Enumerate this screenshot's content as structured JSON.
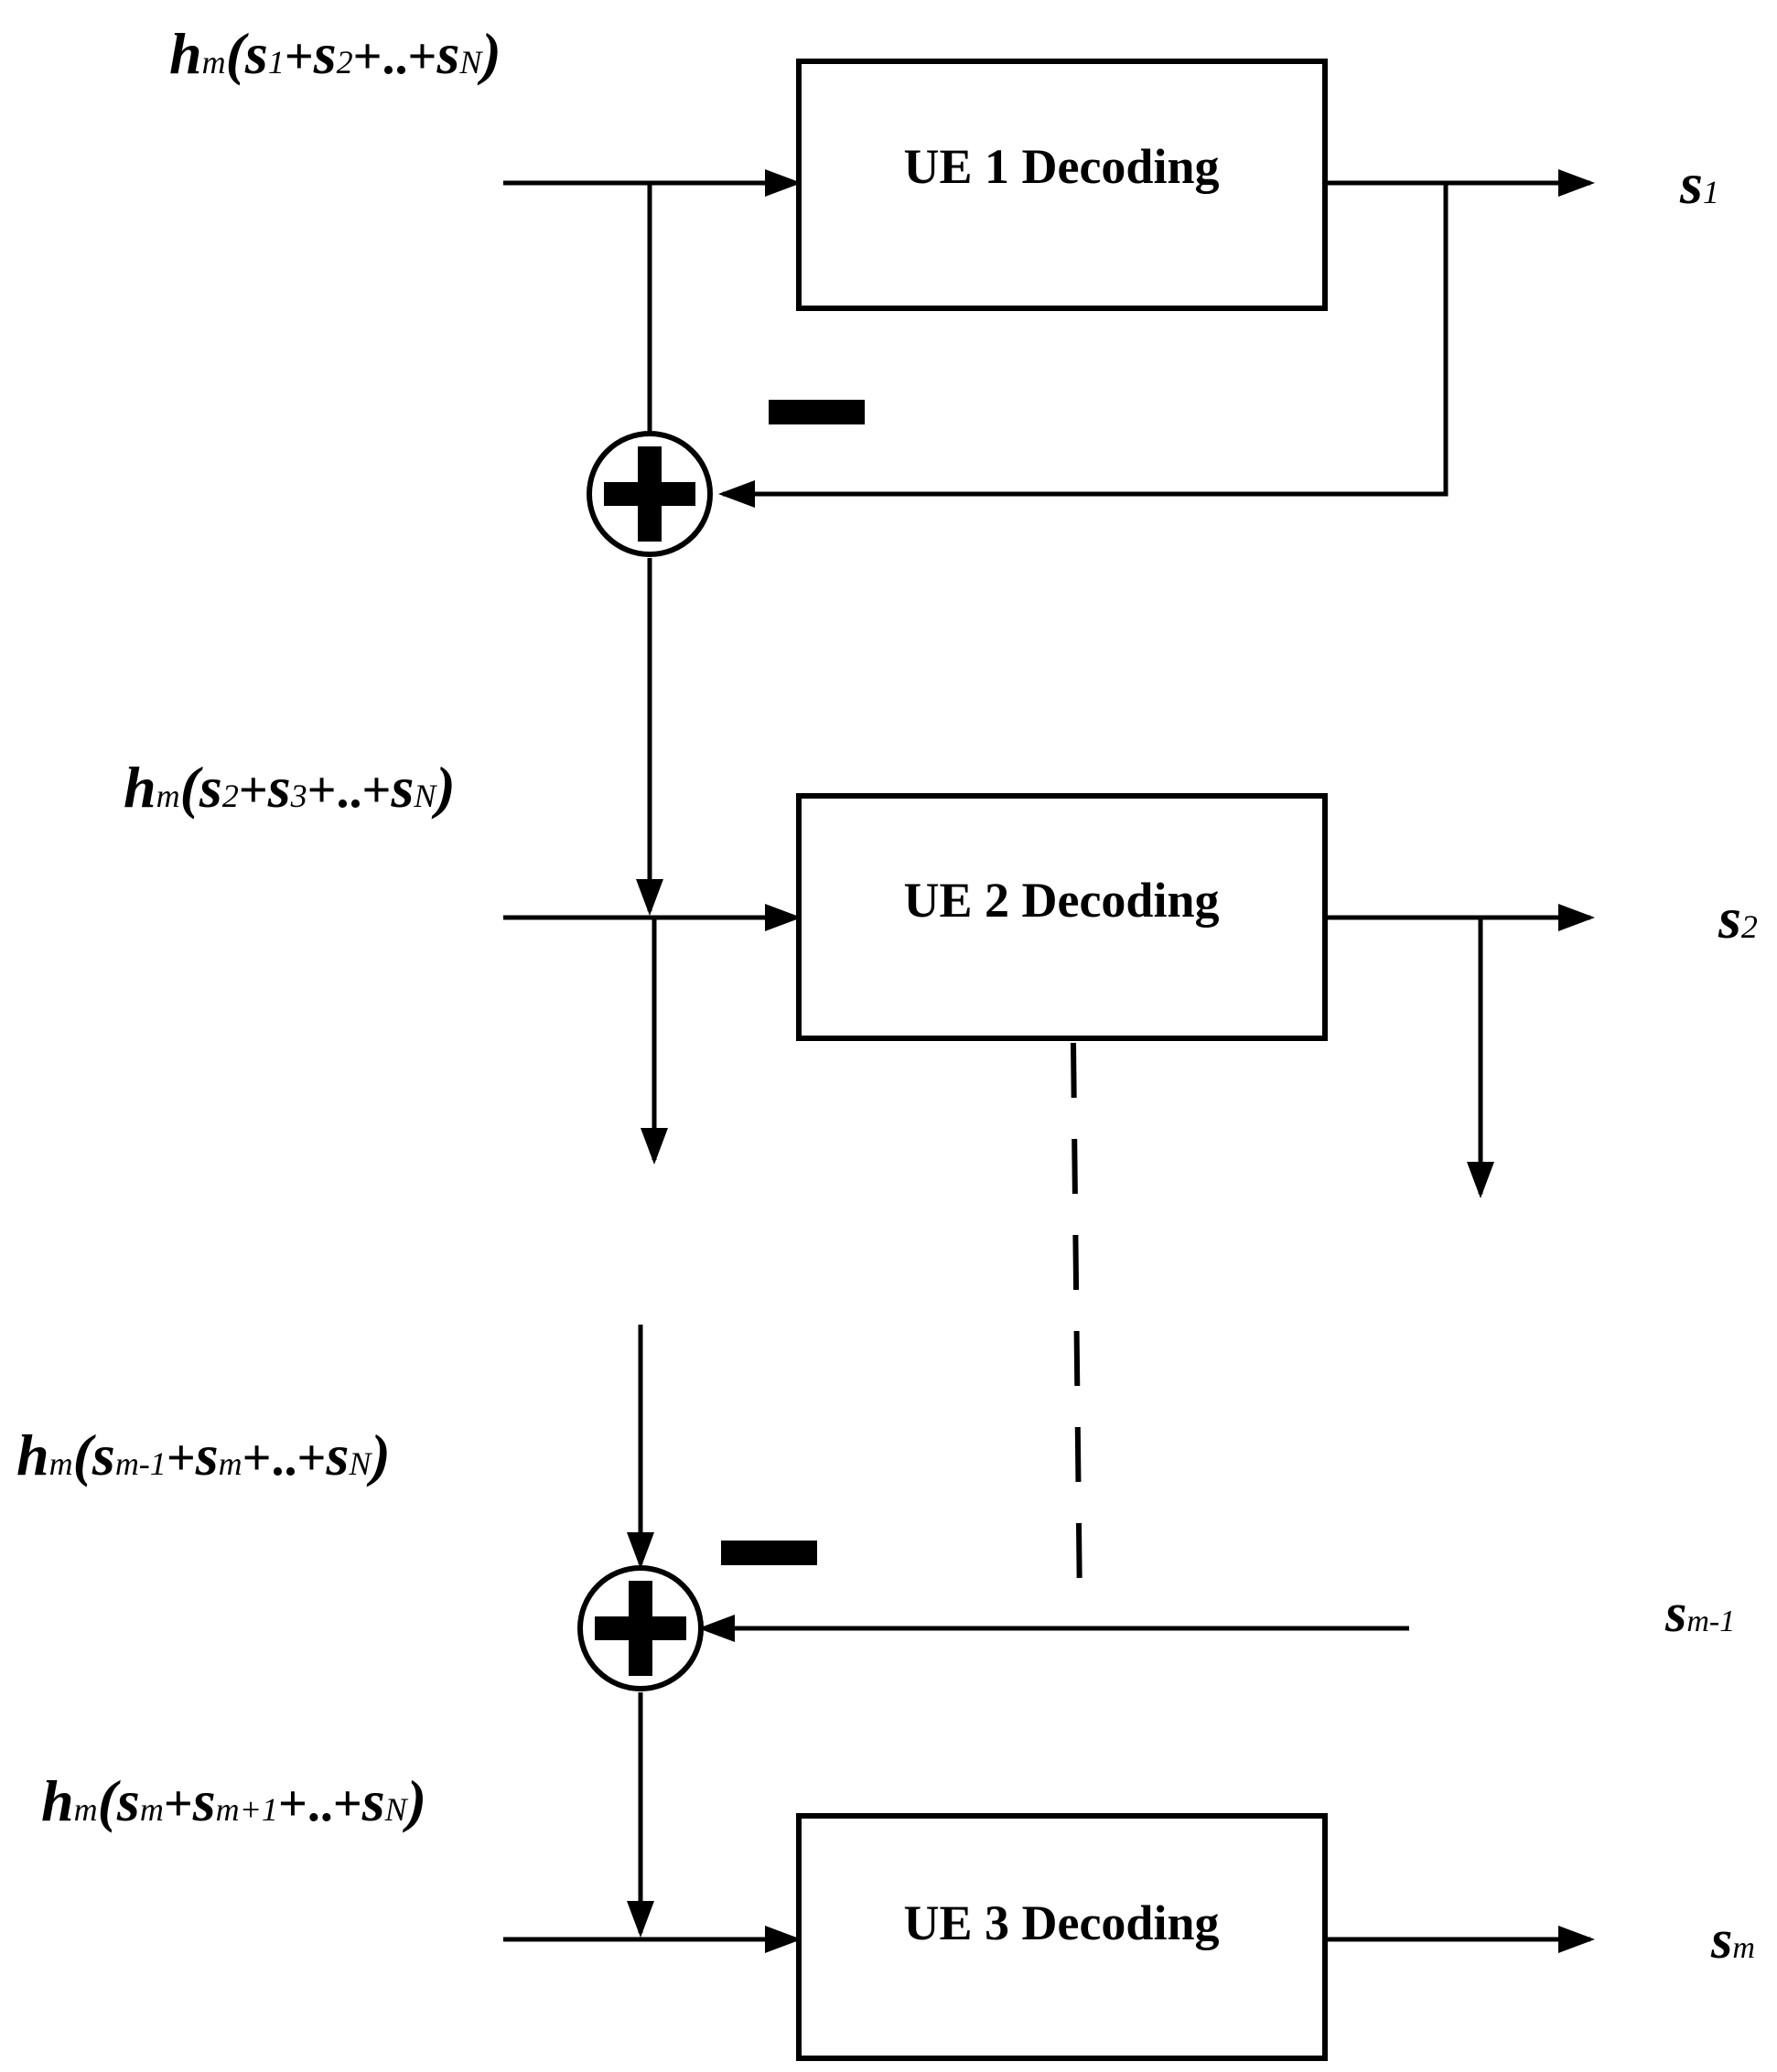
{
  "blocks": [
    {
      "label": "UE 1 Decoding"
    },
    {
      "label": "UE 2 Decoding"
    },
    {
      "label": "UE 3 Decoding"
    }
  ],
  "inputs": [
    {
      "h": "h",
      "m": "m",
      "open": "(",
      "a": "s",
      "a_sub": "1",
      "p1": "+",
      "b": "s",
      "b_sub": "2",
      "p2": "+..+",
      "c": "s",
      "c_sub": "N",
      "close": ")"
    },
    {
      "h": "h",
      "m": "m",
      "open": "(",
      "a": "s",
      "a_sub": "2",
      "p1": "+",
      "b": "s",
      "b_sub": "3",
      "p2": "+..+",
      "c": "s",
      "c_sub": "N",
      "close": ")"
    },
    {
      "h": "h",
      "m": "m",
      "open": "(",
      "a": "s",
      "a_sub": "m-1",
      "p1": "+",
      "b": "s",
      "b_sub": "m",
      "p2": "+..+",
      "c": "s",
      "c_sub": "N",
      "close": ")"
    },
    {
      "h": "h",
      "m": "m",
      "open": "(",
      "a": "s",
      "a_sub": "m",
      "p1": "+",
      "b": "s",
      "b_sub": "m+1",
      "p2": "+..+",
      "c": "s",
      "c_sub": "N",
      "close": ")"
    }
  ],
  "outputs": [
    {
      "s": "s",
      "sub": "1"
    },
    {
      "s": "s",
      "sub": "2"
    },
    {
      "s": "s",
      "sub": "m-1"
    },
    {
      "s": "s",
      "sub": "m"
    }
  ],
  "colors": {
    "stroke": "#000000",
    "background": "#ffffff"
  },
  "icons": [
    "adder-plus-icon",
    "minus-sign-icon",
    "arrowhead-icon"
  ]
}
